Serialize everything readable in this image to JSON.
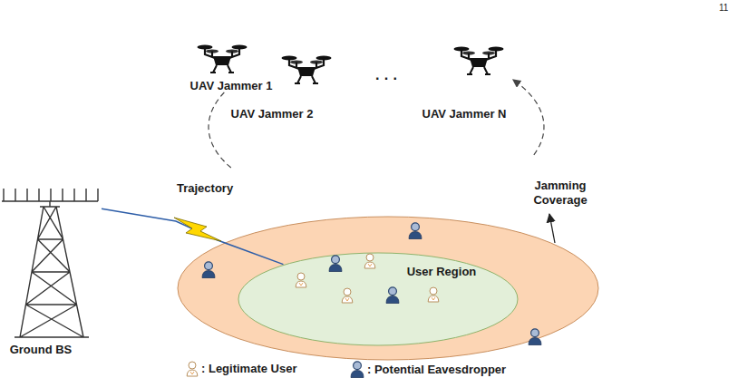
{
  "diagram": {
    "nodes": [
      {
        "text": [
          "Trajectory"
        ]
      },
      {
        "text": [
          "UAV Jammer 1"
        ],
        "in": 0
      },
      {
        "text": [
          "UAV Jammer 2"
        ],
        "in": 0
      },
      {
        "text": [
          "UAV Jammer N"
        ],
        "in": 0
      },
      {
        "text": [
          "Ground BS"
        ]
      },
      {
        "text": [
          "Jamming Coverage"
        ]
      },
      {
        "text": [
          "User Region"
        ],
        "in": 5
      }
    ],
    "edges": [
      {
        "from": 4,
        "to": 6,
        "arrow": "none"
      }
    ],
    "labels": [
      "11",
      "· · ·"
    ],
    "legend": [
      {
        "text": ": Legitimate User"
      },
      {
        "text": ": Potential Eavesdropper"
      }
    ]
  }
}
